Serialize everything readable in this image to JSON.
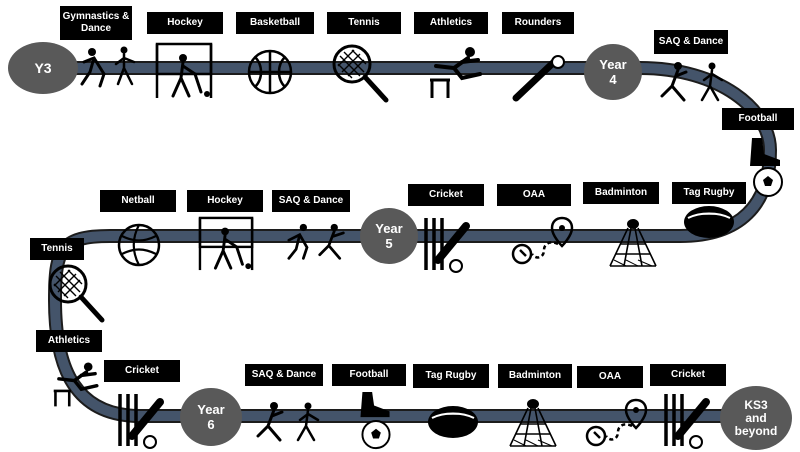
{
  "years": {
    "y3": "Y3",
    "year4": "Year\n4",
    "year5": "Year\n5",
    "year6": "Year\n6",
    "ks3": "KS3\nand\nbeyond"
  },
  "row1": {
    "gymnastics_dance": "Gymnastics &\nDance",
    "hockey": "Hockey",
    "basketball": "Basketball",
    "tennis": "Tennis",
    "athletics": "Athletics",
    "rounders": "Rounders",
    "saq_dance": "SAQ & Dance",
    "football": "Football"
  },
  "row2": {
    "netball": "Netball",
    "hockey": "Hockey",
    "saq_dance": "SAQ & Dance",
    "cricket": "Cricket",
    "oaa": "OAA",
    "badminton": "Badminton",
    "tag_rugby": "Tag Rugby",
    "tennis": "Tennis"
  },
  "row3": {
    "athletics": "Athletics",
    "cricket": "Cricket",
    "saq_dance": "SAQ & Dance",
    "football": "Football",
    "tag_rugby": "Tag Rugby",
    "badminton": "Badminton",
    "oaa": "OAA",
    "cricket2": "Cricket"
  },
  "colors": {
    "path": "#44546a",
    "label_bg": "#000000",
    "year_circle": "#595959"
  }
}
